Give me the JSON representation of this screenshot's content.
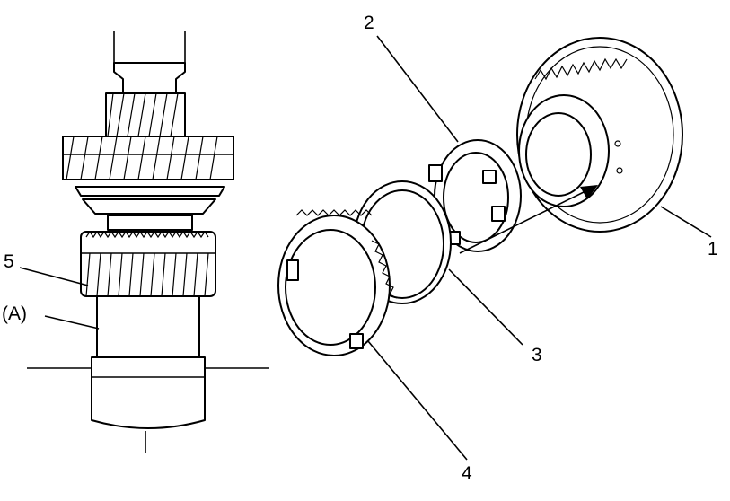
{
  "labels": {
    "item1": "1",
    "item2": "2",
    "item3": "3",
    "item4": "4",
    "item5": "5",
    "itemA": "(A)"
  },
  "colors": {
    "line": "#000000",
    "background": "#ffffff"
  }
}
